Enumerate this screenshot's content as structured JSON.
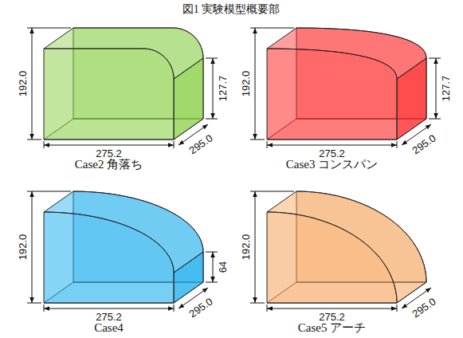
{
  "diagram": {
    "title": "図1 実験模型概要部",
    "labels": [
      "192.0",
      "127.7",
      "275.2",
      "295.0",
      "Case2 角落ち",
      "192.0",
      "127.7",
      "275.2",
      "295.0",
      "Case3 コンスパン",
      "192.0",
      "64",
      "275.2",
      "295.0",
      "Case4",
      "192.0",
      "275.2",
      "295.0",
      "Case5 アーチ"
    ]
  }
}
